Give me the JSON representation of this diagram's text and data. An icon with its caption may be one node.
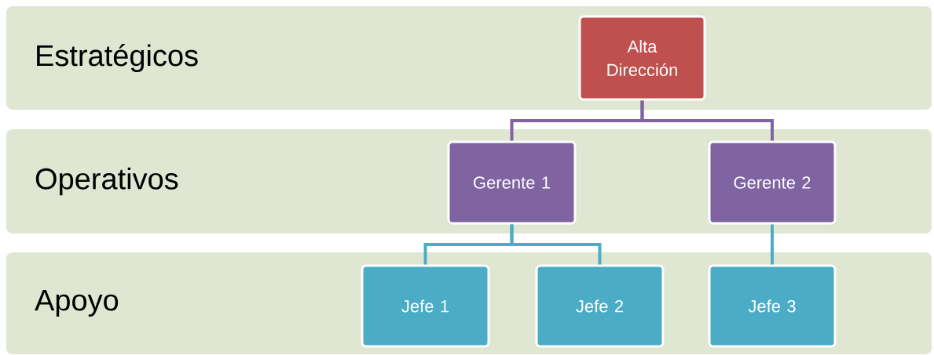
{
  "diagram": {
    "nodes": [
      {
        "text": [
          "Estratégicos"
        ]
      },
      {
        "text": [
          "Alta Dirección"
        ],
        "in": 0
      },
      {
        "text": [
          "Operativos"
        ]
      },
      {
        "text": [
          "Gerente 1"
        ],
        "in": 2
      },
      {
        "text": [
          "Gerente 2"
        ],
        "in": 2
      },
      {
        "text": [
          "Apoyo"
        ]
      },
      {
        "text": [
          "Jefe 1"
        ],
        "in": 5
      },
      {
        "text": [
          "Jefe 2"
        ],
        "in": 5
      },
      {
        "text": [
          "Jefe 3"
        ],
        "in": 5
      }
    ],
    "edges": [
      {
        "from": 1,
        "to": 3,
        "arrow": "none",
        "color": "#8064a2"
      },
      {
        "from": 1,
        "to": 4,
        "arrow": "none",
        "color": "#8064a2"
      },
      {
        "from": 3,
        "to": 6,
        "arrow": "none"
      },
      {
        "from": 3,
        "to": 7,
        "arrow": "none"
      },
      {
        "from": 4,
        "to": 8,
        "arrow": "none"
      }
    ]
  }
}
